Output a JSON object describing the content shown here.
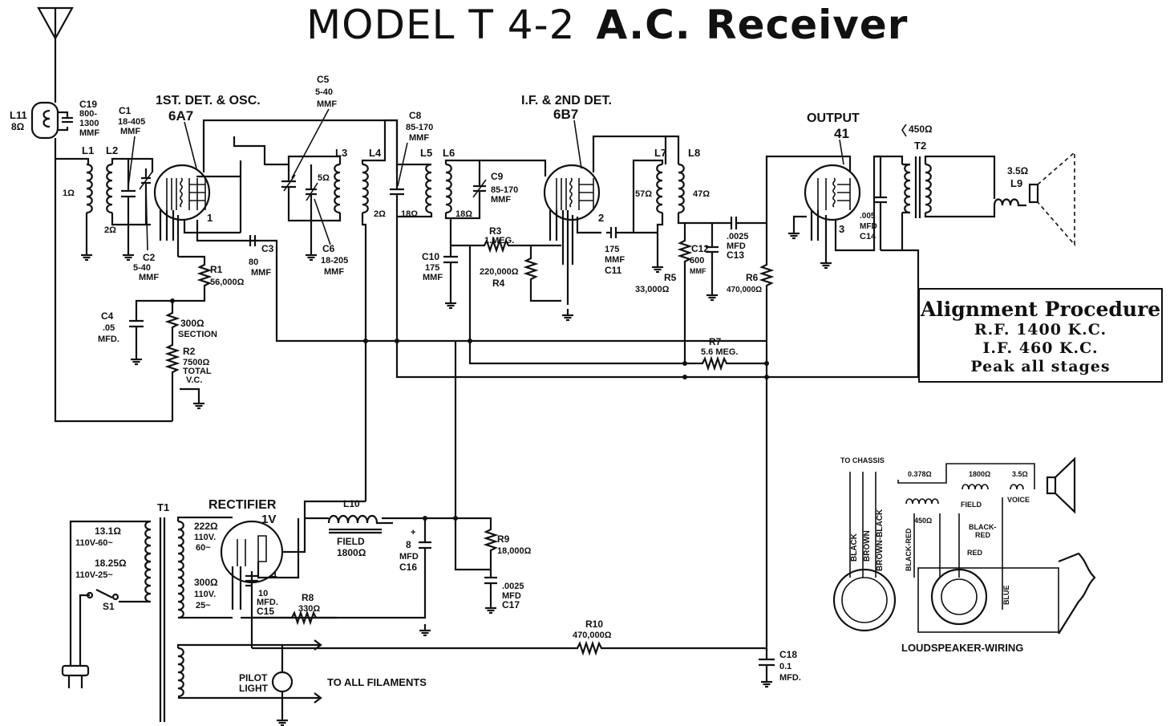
{
  "title": {
    "model": "MODEL T 4-2",
    "receiver": "A.C. Receiver"
  },
  "alignment": {
    "heading": "Alignment Procedure",
    "rf": "R.F.  1400  K.C.",
    "if": "I.F.  460  K.C.",
    "peak": "Peak  all  stages"
  },
  "tubes": {
    "det_osc_title": "1ST. DET. & OSC.",
    "det_osc_type": "6A7",
    "if_det_title": "I.F. & 2ND DET.",
    "if_det_type": "6B7",
    "output_title": "OUTPUT",
    "output_type": "41",
    "rectifier_title": "RECTIFIER",
    "rectifier_type": "1V",
    "n1": "1",
    "n2": "2",
    "n3": "3",
    "n4": "4"
  },
  "labels": {
    "L11": "L11",
    "L11v": "8Ω",
    "C19": "C19",
    "C19v1": "800-",
    "C19v2": "1300",
    "C19v3": "MMF",
    "C1": "C1",
    "C1v1": "18-405",
    "C1v2": "MMF",
    "L1": "L1",
    "L1v": "1Ω",
    "L2": "L2",
    "L2v": "2Ω",
    "C2": "C2",
    "C2v1": "5-40",
    "C2v2": "MMF",
    "C5": "C5",
    "C5v1": "5-40",
    "C5v2": "MMF",
    "L3": "L3",
    "L3v": "5Ω",
    "L4": "L4",
    "L4v": "2Ω",
    "C8": "C8",
    "C8v1": "85-170",
    "C8v2": "MMF",
    "L5": "L5",
    "L5v": "18Ω",
    "L6": "L6",
    "L6v": "18Ω",
    "C9": "C9",
    "C9v1": "85-170",
    "C9v2": "MMF",
    "C3": "C3",
    "C3v": "80",
    "C3v2": "MMF",
    "C6": "C6",
    "C6v1": "18-205",
    "C6v2": "MMF",
    "R1": "R1",
    "R1v": "56,000Ω",
    "C4": "C4",
    "C4v1": ".05",
    "C4v2": "MFD.",
    "R2sec1": "300Ω",
    "R2sec2": "SECTION",
    "R2": "R2",
    "R2v1": "7500Ω",
    "R2v2": "TOTAL",
    "R2v3": "V.C.",
    "R3": "R3",
    "R3v": "1.MEG.",
    "C10": "C10",
    "C10v1": "175",
    "C10v2": "MMF",
    "R4": "R4",
    "R4v": "220,000Ω",
    "C11": "C11",
    "C11v1": "175",
    "C11v2": "MMF",
    "L7": "L7",
    "L7v": "57Ω",
    "L8": "L8",
    "L8v": "47Ω",
    "C12": "C12",
    "C12v": "600",
    "C12v2": "MMF",
    "C13": "C13",
    "C13v1": ".0025",
    "C13v2": "MFD",
    "R5": "R5",
    "R5v": "33,000Ω",
    "R6": "R6",
    "R6v": "470,000Ω",
    "R7": "R7",
    "R7v": "5.6 MEG.",
    "T2": "T2",
    "T2v": "450Ω",
    "C14": "C14",
    "C14v1": ".005",
    "C14v2": "MFD",
    "L9": "L9",
    "L9v": "3.5Ω",
    "T1": "T1",
    "T1a1": "13.1Ω",
    "T1a2": "110V-60~",
    "T1b1": "18.25Ω",
    "T1b2": "110V-25~",
    "S1": "S1",
    "T1c1": "222Ω",
    "T1c2": "110V.",
    "T1c3": "60~",
    "T1d1": "300Ω",
    "T1d2": "110V.",
    "T1d3": "25~",
    "L10": "L10",
    "L10f": "FIELD",
    "L10v": "1800Ω",
    "C16": "C16",
    "C16v1": "8",
    "C16v2": "MFD",
    "R9": "R9",
    "R9v": "18,000Ω",
    "C17": "C17",
    "C17v1": ".0025",
    "C17v2": "MFD",
    "C15": "C15",
    "C15v1": "10",
    "C15v2": "MFD.",
    "R8": "R8",
    "R8v": "330Ω",
    "R10": "R10",
    "R10v": "470,000Ω",
    "C18": "C18",
    "C18v1": "0.1",
    "C18v2": "MFD.",
    "pilot1": "PILOT",
    "pilot2": "LIGHT",
    "filaments": "TO ALL FILAMENTS"
  },
  "speaker_wiring": {
    "to_chassis": "TO CHASSIS",
    "black": "BLACK",
    "brown": "BROWN",
    "brown_black": "BROWN-BLACK",
    "black_red": "BLACK-RED",
    "black_red2": "BLACK-",
    "red2": "RED",
    "red": "RED",
    "blue": "BLUE",
    "hum": "0.378Ω",
    "field_ohm": "1800Ω",
    "voice_ohm": "3.5Ω",
    "xfmr_ohm": "450Ω",
    "field": "FIELD",
    "voice": "VOICE",
    "title": "LOUDSPEAKER-WIRING"
  }
}
